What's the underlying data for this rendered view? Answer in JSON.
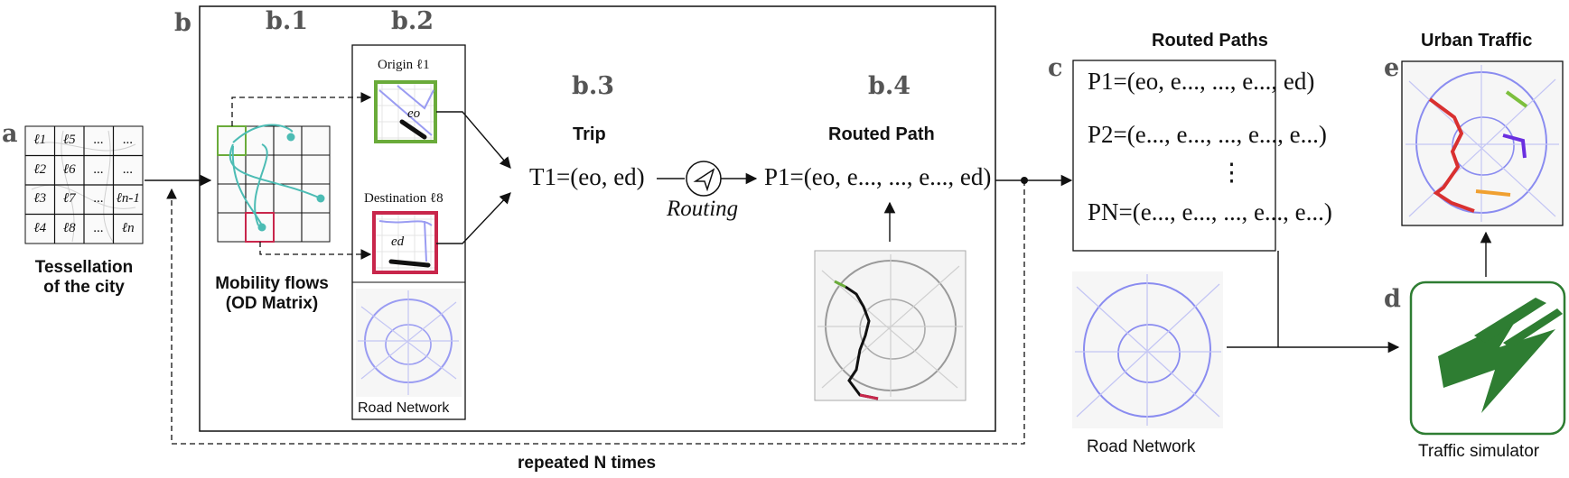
{
  "sections": {
    "a": "a",
    "b": "b",
    "b1": "b.1",
    "b2": "b.2",
    "b3": "b.3",
    "b4": "b.4",
    "c": "c",
    "d": "d",
    "e": "e"
  },
  "tessellation": {
    "caption_line1": "Tessellation",
    "caption_line2": "of the city",
    "cells": [
      [
        "ℓ1",
        "ℓ5",
        "...",
        "..."
      ],
      [
        "ℓ2",
        "ℓ6",
        "...",
        "..."
      ],
      [
        "ℓ3",
        "ℓ7",
        "...",
        "ℓn-1"
      ],
      [
        "ℓ4",
        "ℓ8",
        "...",
        "ℓn"
      ]
    ]
  },
  "od_matrix": {
    "caption_line1": "Mobility flows",
    "caption_line2": "(OD Matrix)"
  },
  "b2": {
    "origin_label": "Origin ℓ1",
    "destination_label": "Destination ℓ8",
    "origin_edge": "eo",
    "destination_edge": "ed",
    "road_network_label": "Road Network"
  },
  "trip": {
    "header": "Trip",
    "formula": "T1=(eo, ed)"
  },
  "routing": {
    "label": "Routing"
  },
  "routed_path": {
    "header": "Routed Path",
    "formula": "P1=(eo, e..., ..., e..., ed)"
  },
  "routed_paths": {
    "header": "Routed Paths",
    "p1": "P1=(eo, e..., ..., e..., ed)",
    "p2": "P2=(e..., e..., ..., e..., e...)",
    "vdots": "⋮",
    "pn": "PN=(e..., e..., ..., e..., e...)"
  },
  "road_network_c": {
    "label": "Road Network"
  },
  "simulator": {
    "label": "Traffic simulator"
  },
  "urban_traffic": {
    "header": "Urban Traffic"
  },
  "loop": {
    "label": "repeated N times"
  },
  "colors": {
    "green": "#6aab3a",
    "red": "#c8264b",
    "teal": "#4cbcb4",
    "sim_green": "#2e7d32",
    "road_blue": "#8a8cf0"
  }
}
